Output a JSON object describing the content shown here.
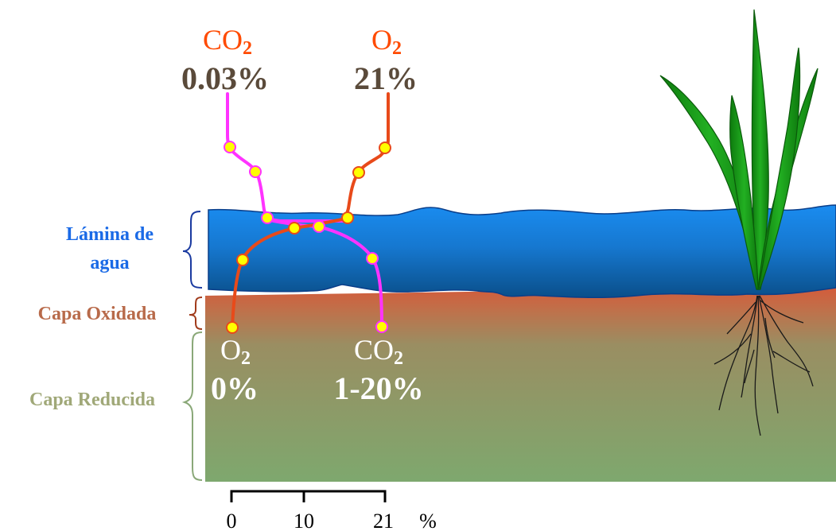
{
  "colors": {
    "water_top": "#1a8cf0",
    "water_bottom": "#0a4f8a",
    "oxidized": "#d45a3a",
    "reduced": "#7ea86e",
    "co2_curve": "#ff33ff",
    "o2_curve": "#e84a1a",
    "marker_fill": "#ffff00",
    "label_water": "#1a6ae6",
    "label_oxidized": "#b86a4a",
    "label_reduced": "#a0a878",
    "gas_name_top": "#ff4a00",
    "plant_leaf": "#22aa22"
  },
  "top_labels": {
    "co2_name": "CO",
    "co2_sub": "2",
    "co2_value": "0.03%",
    "o2_name": "O",
    "o2_sub": "2",
    "o2_value": "21%"
  },
  "bottom_labels": {
    "o2_name": "O",
    "o2_sub": "2",
    "o2_value": "0%",
    "co2_name": "CO",
    "co2_sub": "2",
    "co2_value": "1-20%"
  },
  "layers": {
    "water_line1": "Lámina de",
    "water_line2": "agua",
    "oxidized": "Capa Oxidada",
    "reduced": "Capa Reducida"
  },
  "scale": {
    "ticks": [
      "0",
      "10",
      "21"
    ],
    "unit": "%"
  },
  "icons": [
    "rice-plant-icon",
    "brace-icon",
    "marker-dot-icon"
  ]
}
